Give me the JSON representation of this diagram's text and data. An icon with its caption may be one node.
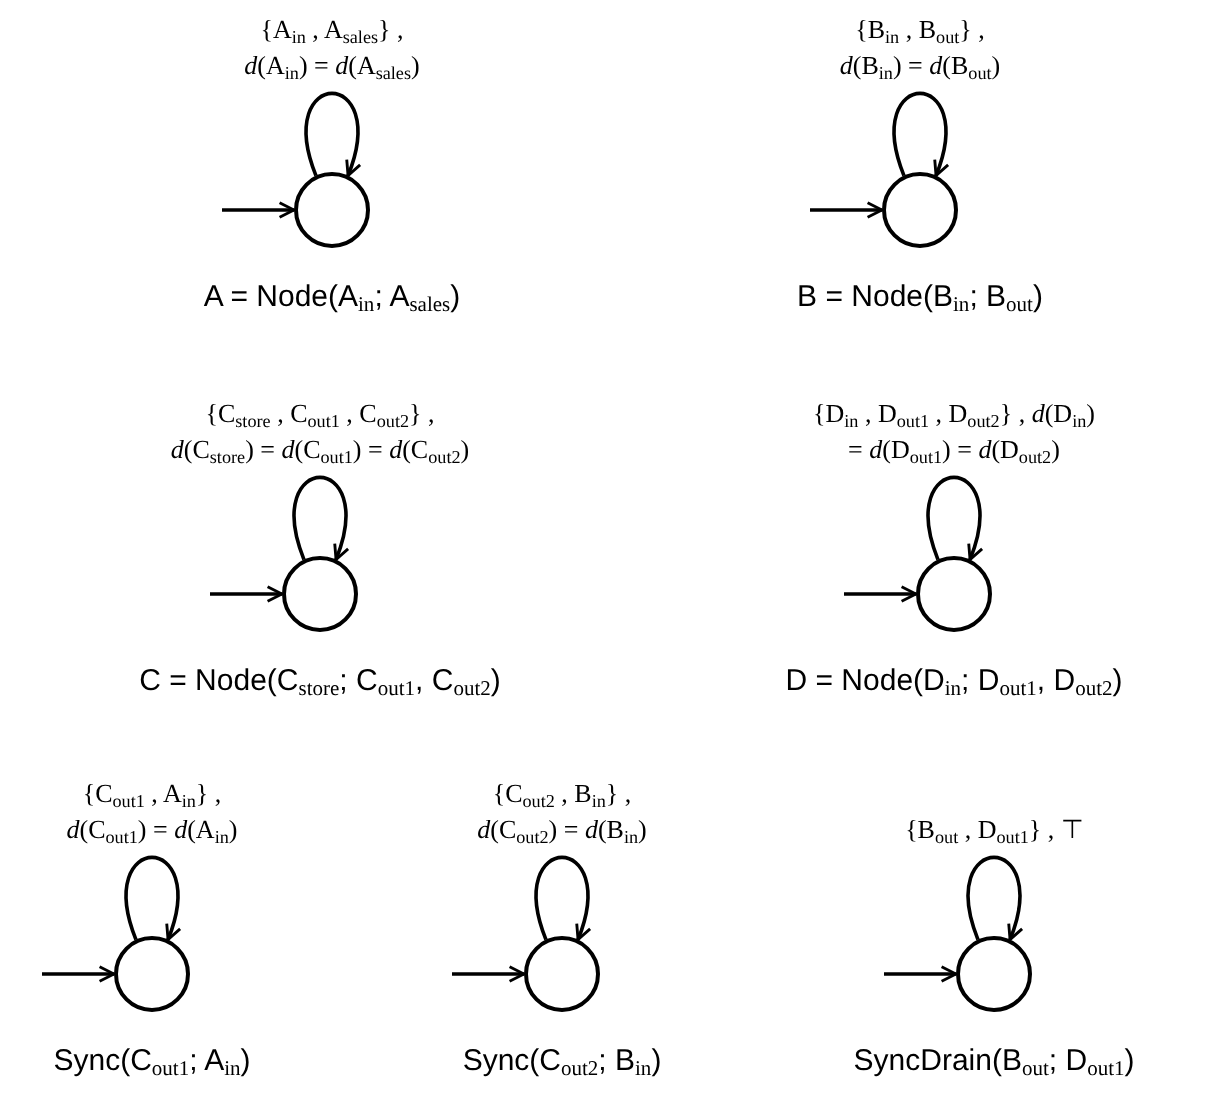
{
  "diagram": {
    "nodes": [
      {
        "text": [],
        "shape": "circle",
        "beside": [
          "A = Node(A$_{in}$; A$_{sales}$)"
        ]
      },
      {
        "text": [],
        "shape": "circle",
        "beside": [
          "B = Node(B$_{in}$; B$_{out}$)"
        ]
      },
      {
        "text": [],
        "shape": "circle",
        "beside": [
          "C = Node(C$_{store}$; C$_{out1}$, C$_{out2}$)"
        ]
      },
      {
        "text": [],
        "shape": "circle",
        "beside": [
          "D = Node(D$_{in}$; D$_{out1}$, D$_{out2}$)"
        ]
      },
      {
        "text": [],
        "shape": "circle",
        "beside": [
          "Sync(C$_{out1}$; A$_{in}$)"
        ]
      },
      {
        "text": [],
        "shape": "circle",
        "beside": [
          "Sync(C$_{out2}$; B$_{in}$)"
        ]
      },
      {
        "text": [],
        "shape": "circle",
        "beside": [
          "SyncDrain(B$_{out}$; D$_{out1}$)"
        ]
      }
    ],
    "edges": [
      {
        "from": null,
        "to": 0,
        "arrow": "to"
      },
      {
        "from": 0,
        "to": 0,
        "arrow": "to",
        "label": "{A$_{in}$ , A$_{sales}$} , *d*(A$_{in}$) = *d*(A$_{sales}$)"
      },
      {
        "from": null,
        "to": 1,
        "arrow": "to"
      },
      {
        "from": 1,
        "to": 1,
        "arrow": "to",
        "label": "{B$_{in}$ , B$_{out}$} , *d*(B$_{in}$) = *d*(B$_{out}$)"
      },
      {
        "from": null,
        "to": 2,
        "arrow": "to"
      },
      {
        "from": 2,
        "to": 2,
        "arrow": "to",
        "label": "{C$_{store}$ , C$_{out1}$ , C$_{out2}$} , *d*(C$_{store}$) = *d*(C$_{out1}$) = *d*(C$_{out2}$)"
      },
      {
        "from": null,
        "to": 3,
        "arrow": "to"
      },
      {
        "from": 3,
        "to": 3,
        "arrow": "to",
        "label": "{D$_{in}$ , D$_{out1}$ , D$_{out2}$} , *d*(D$_{in}$) = *d*(D$_{out1}$) = *d*(D$_{out2}$)"
      },
      {
        "from": null,
        "to": 4,
        "arrow": "to"
      },
      {
        "from": 4,
        "to": 4,
        "arrow": "to",
        "label": "{C$_{out1}$ , A$_{in}$} , *d*(C$_{out1}$) = *d*(A$_{in}$)"
      },
      {
        "from": null,
        "to": 5,
        "arrow": "to"
      },
      {
        "from": 5,
        "to": 5,
        "arrow": "to",
        "label": "{C$_{out2}$ , B$_{in}$} , *d*(C$_{out2}$) = *d*(B$_{in}$)"
      },
      {
        "from": null,
        "to": 6,
        "arrow": "to"
      },
      {
        "from": 6,
        "to": 6,
        "arrow": "to",
        "label": "{B$_{out}$ , D$_{out1}$} , ⊤"
      }
    ]
  }
}
